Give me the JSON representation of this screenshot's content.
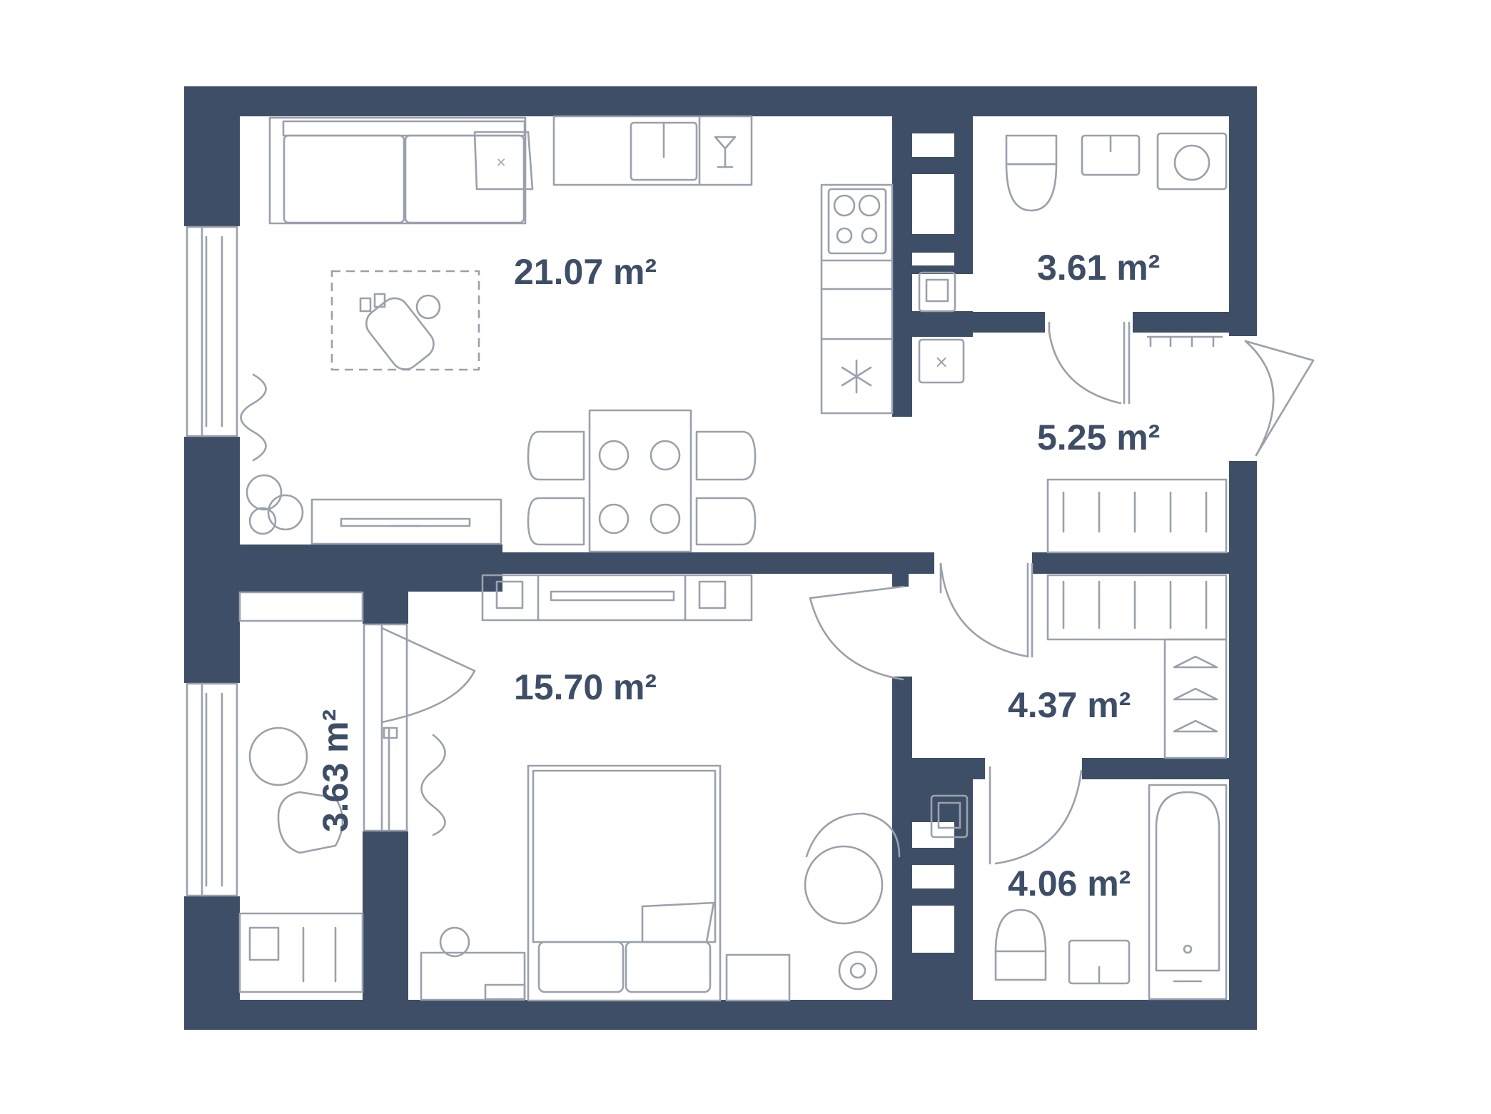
{
  "plan": {
    "rooms": [
      {
        "id": "living-kitchen",
        "area": "21.07 m²"
      },
      {
        "id": "bathroom-upper",
        "area": "3.61 m²"
      },
      {
        "id": "hallway",
        "area": "5.25 m²"
      },
      {
        "id": "bedroom",
        "area": "15.70 m²"
      },
      {
        "id": "wardrobe",
        "area": "4.37 m²"
      },
      {
        "id": "balcony",
        "area": "3.63 m²"
      },
      {
        "id": "bathroom-lower",
        "area": "4.06 m²"
      }
    ]
  },
  "colors": {
    "wall": "#3e4e67",
    "furniture": "#9aa1ac",
    "background": "#ffffff"
  }
}
